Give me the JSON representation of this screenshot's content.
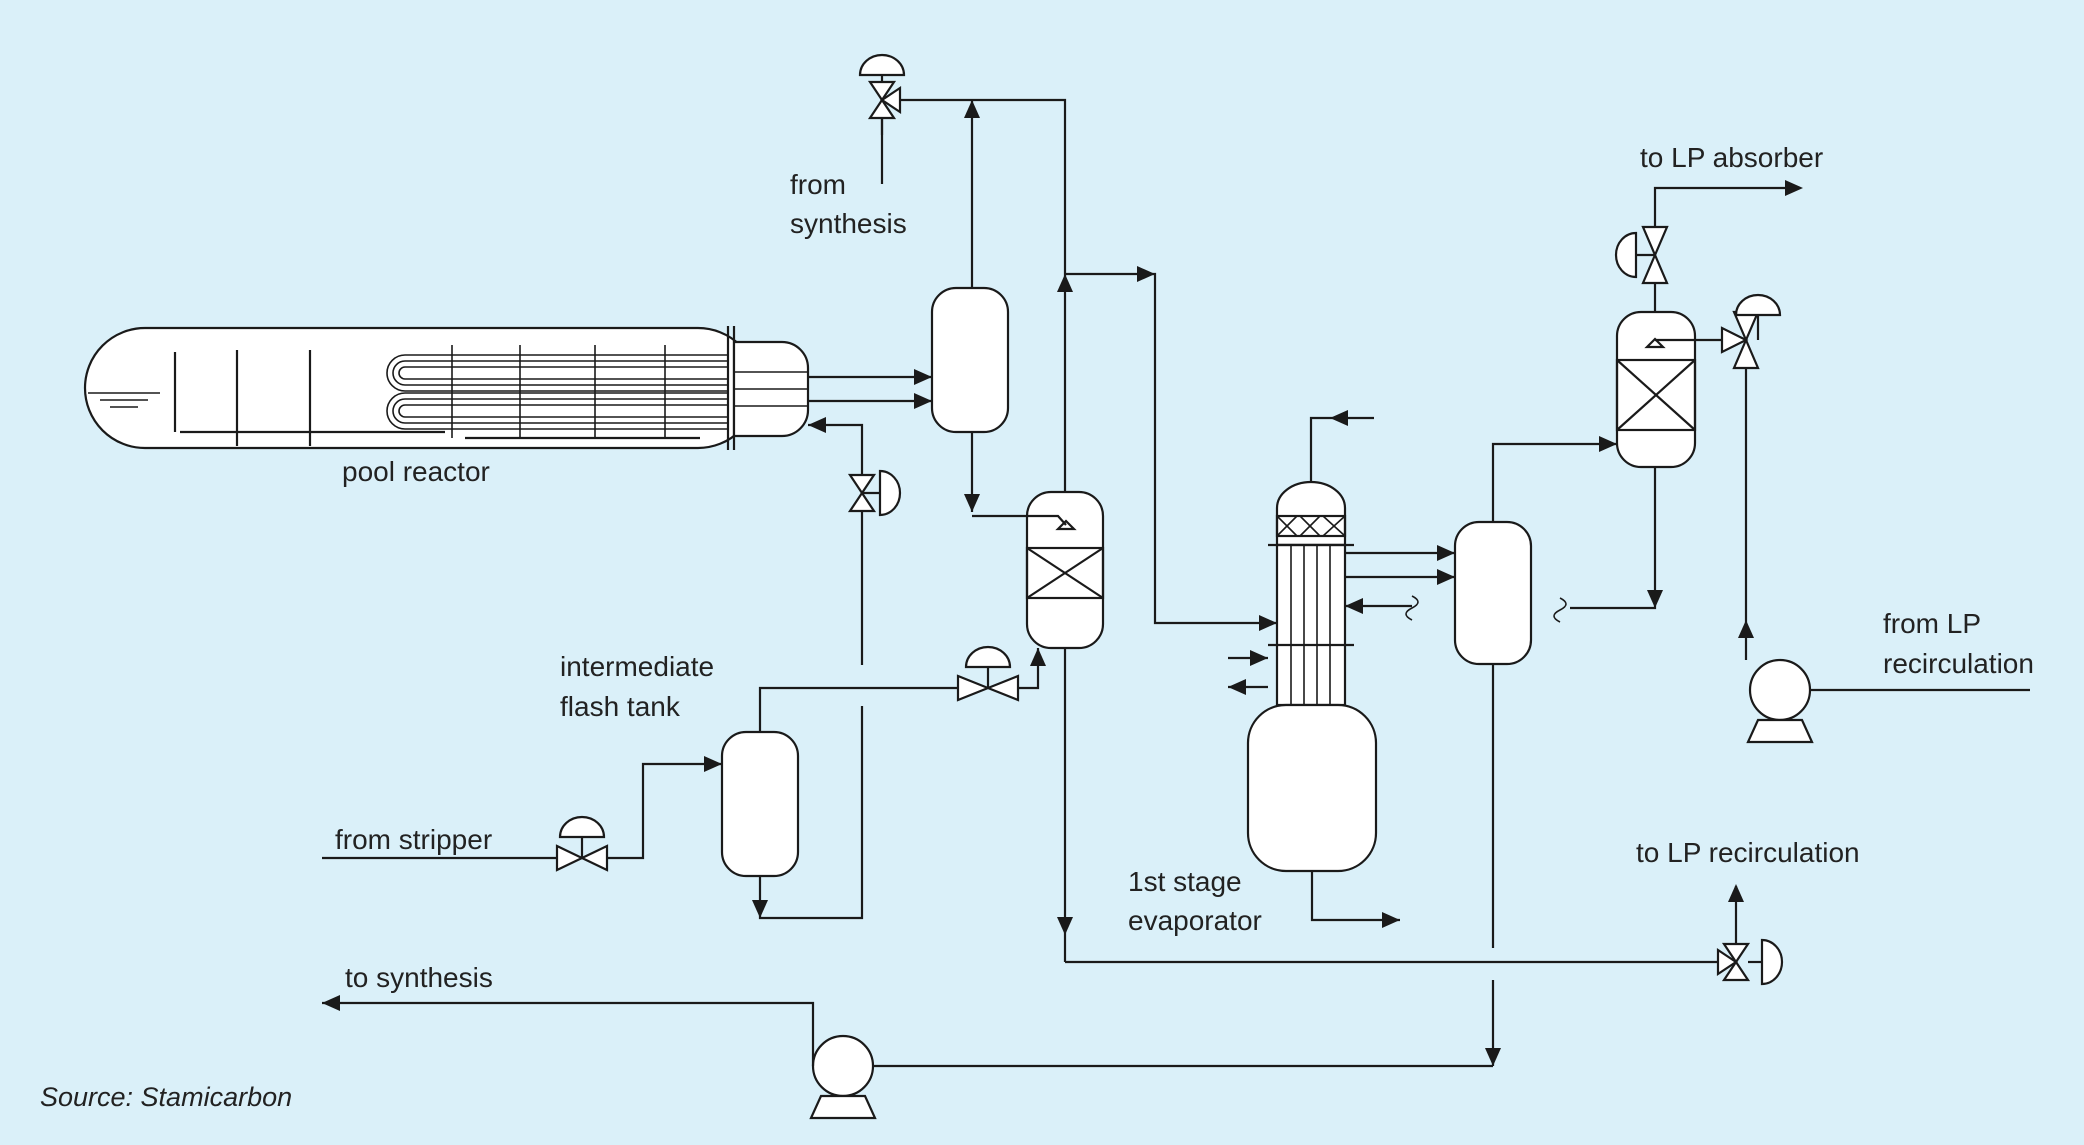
{
  "labels": {
    "pool_reactor": "pool reactor",
    "from_synthesis_1": "from",
    "from_synthesis_2": "synthesis",
    "to_lp_absorber": "to LP absorber",
    "intermediate_1": "intermediate",
    "intermediate_2": "flash tank",
    "from_stripper": "from stripper",
    "evaporator_1": "1st stage",
    "evaporator_2": "evaporator",
    "from_lp_recirc_1": "from LP",
    "from_lp_recirc_2": "recirculation",
    "to_lp_recirculation": "to LP recirculation",
    "to_synthesis": "to synthesis",
    "source": "Source: Stamicarbon"
  },
  "colors": {
    "background": "#daf0f9",
    "line": "#1a1a1a",
    "equipment_fill": "#ffffff",
    "text": "#222222"
  }
}
